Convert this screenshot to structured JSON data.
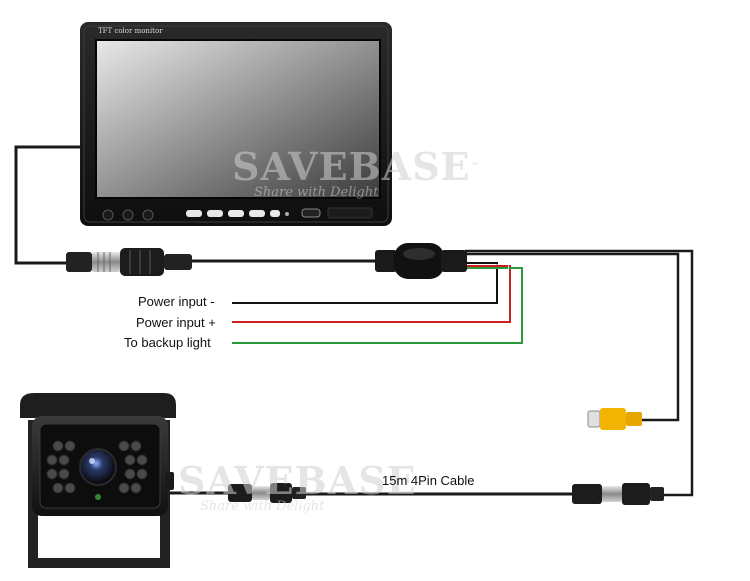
{
  "monitor": {
    "title_text": "TFT color monitor"
  },
  "wires": {
    "power_negative_label": "Power input -",
    "power_positive_label": "Power input +",
    "backup_light_label": "To backup light",
    "colors": {
      "negative": "#111111",
      "positive": "#c8201e",
      "backup": "#2a9a3a",
      "main_cable": "#1a1a1a"
    }
  },
  "cable": {
    "label": "15m 4Pin Cable"
  },
  "watermark": {
    "brand": "SAVEBASE",
    "mark": "™",
    "tagline": "Share with Delight"
  },
  "rca": {
    "color": "#f2b400"
  }
}
